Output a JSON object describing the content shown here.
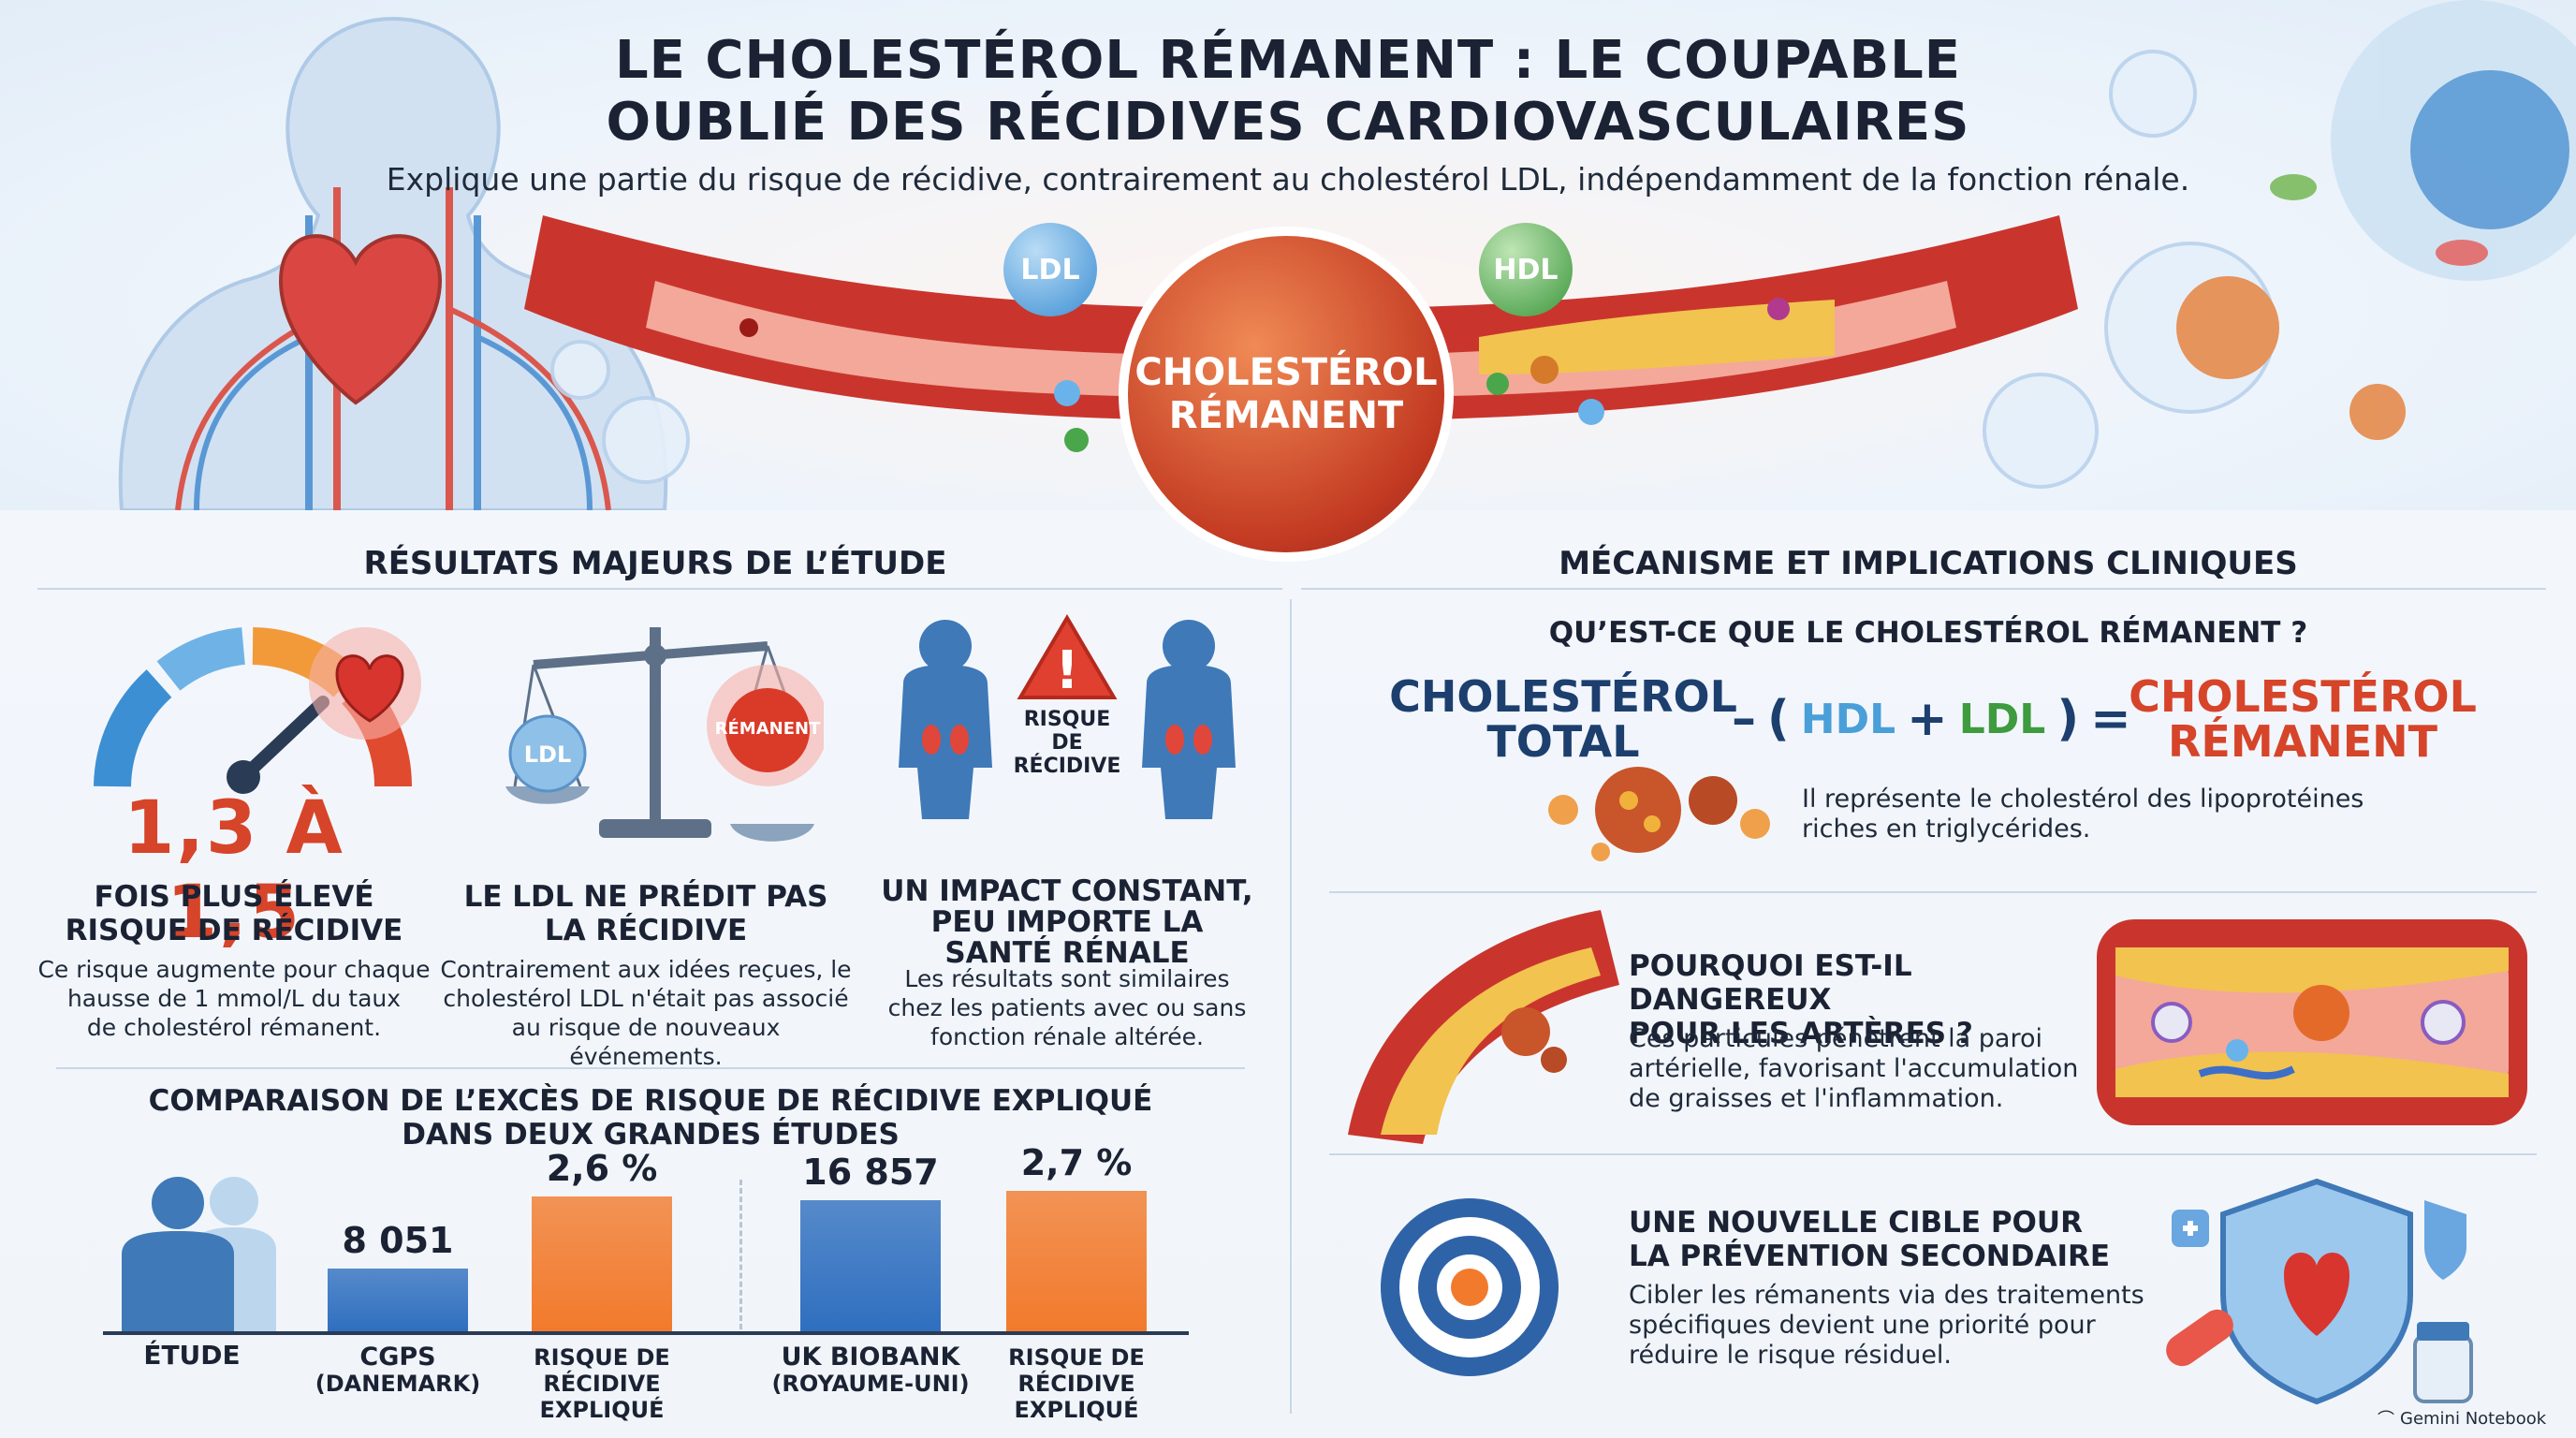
{
  "header": {
    "title_line1": "LE CHOLESTÉROL RÉMANENT : LE COUPABLE",
    "title_line2": "OUBLIÉ DES RÉCIDIVES CARDIOVASCULAIRES",
    "subtitle": "Explique une partie du risque de récidive, contrairement au cholestérol LDL, indépendamment de la fonction rénale.",
    "bubble_ldl": "LDL",
    "bubble_hdl": "HDL",
    "center_line1": "CHOLESTÉROL",
    "center_line2": "RÉMANENT"
  },
  "left": {
    "section_title": "RÉSULTATS MAJEURS DE L’ÉTUDE",
    "card1": {
      "big": "1,3 À 1,5",
      "head1": "FOIS PLUS ÉLEVÉ",
      "head2": "RISQUE DE RÉCIDIVE",
      "text1": "Ce risque augmente pour chaque",
      "text2": "hausse de 1 mmol/L du taux",
      "text3": "de cholestérol rémanent."
    },
    "card2": {
      "scale_left": "LDL",
      "scale_right": "RÉMANENT",
      "head1": "LE LDL NE PRÉDIT PAS",
      "head2": "LA RÉCIDIVE",
      "text1": "Contrairement aux idées reçues, le",
      "text2": "cholestérol LDL n'était pas associé",
      "text3": "au risque de nouveaux événements."
    },
    "card3": {
      "warn1": "RISQUE",
      "warn2": "DE",
      "warn3": "RÉCIDIVE",
      "head1": "UN IMPACT CONSTANT,",
      "head2": "PEU IMPORTE LA",
      "head3": "SANTÉ RÉNALE",
      "text1": "Les résultats sont similaires",
      "text2": "chez les patients avec ou sans",
      "text3": "fonction rénale altérée."
    },
    "comparison": {
      "title1": "COMPARAISON DE L’EXCÈS DE RISQUE DE RÉCIDIVE EXPLIQUÉ",
      "title2": "DANS DEUX GRANDES ÉTUDES",
      "etude_label": "ÉTUDE",
      "bars": [
        {
          "value": "8 051",
          "num": 8051,
          "l1": "CGPS",
          "l2": "(DANEMARK)",
          "l3": "",
          "color": "#2f6fbf"
        },
        {
          "value": "2,6 %",
          "num": 2.6,
          "l1": "RISQUE DE",
          "l2": "RÉCIDIVE",
          "l3": "EXPLIQUÉ",
          "color": "#f27a2c"
        },
        {
          "value": "16 857",
          "num": 16857,
          "l1": "UK BIOBANK",
          "l2": "(ROYAUME-UNI)",
          "l3": "",
          "color": "#2f6fbf"
        },
        {
          "value": "2,7 %",
          "num": 2.7,
          "l1": "RISQUE DE",
          "l2": "RÉCIDIVE",
          "l3": "EXPLIQUÉ",
          "color": "#f27a2c"
        }
      ]
    }
  },
  "right": {
    "section_title": "MÉCANISME ET IMPLICATIONS CLINIQUES",
    "what": {
      "question": "QU’EST-CE QUE LE CHOLESTÉROL RÉMANENT ?",
      "total1": "CHOLESTÉROL",
      "total2": "TOTAL",
      "minus": "–",
      "open": "(",
      "hdl": "HDL",
      "plus": "+",
      "ldl": "LDL",
      "close": ")",
      "equals": "=",
      "rem1": "CHOLESTÉROL",
      "rem2": "RÉMANENT",
      "desc1": "Il représente le cholestérol des lipoprotéines",
      "desc2": "riches en triglycérides."
    },
    "why": {
      "head1": "POURQUOI EST-IL DANGEREUX",
      "head2": "POUR LES ARTÈRES ?",
      "text1": "Ces particules pénètrent la paroi",
      "text2": "artérielle, favorisant l'accumulation",
      "text3": "de graisses et l'inflammation."
    },
    "target": {
      "head1": "UNE NOUVELLE CIBLE POUR",
      "head2": "LA PRÉVENTION SECONDAIRE",
      "text1": "Cibler les rémanents via des traitements",
      "text2": "spécifiques devient une priorité pour",
      "text3": "réduire le risque résiduel."
    }
  },
  "footer": {
    "brand": "Gemini Notebook"
  },
  "colors": {
    "navy": "#1c3f6e",
    "red": "#d6442a",
    "blue": "#4a9fd8",
    "green": "#3e9b3e",
    "orange": "#f27a2c"
  }
}
